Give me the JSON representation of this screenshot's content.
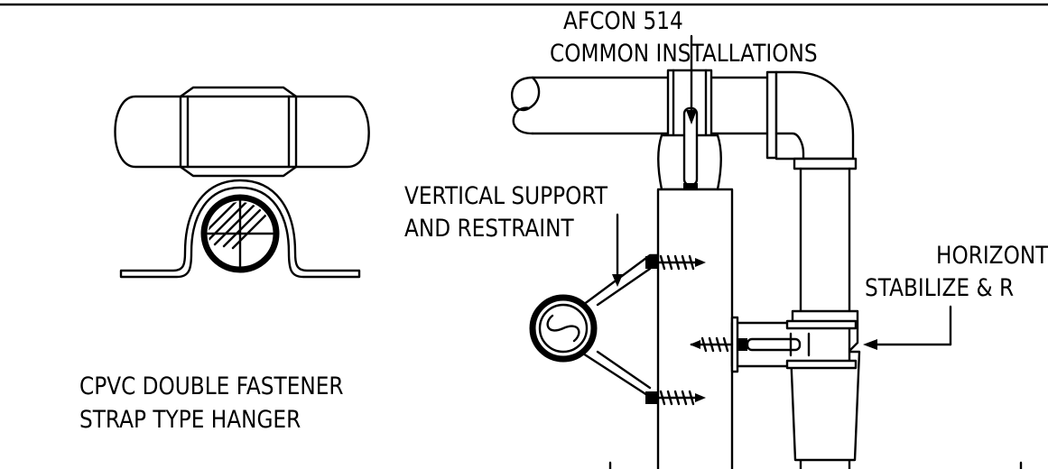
{
  "labels": {
    "product_line1": "AFCON 514",
    "product_line2": "COMMON INSTALLATIONS",
    "vertical_line1": "VERTICAL SUPPORT",
    "vertical_line2": "AND RESTRAINT",
    "horizontal_line1": "HORIZONT",
    "horizontal_line2": "STABILIZE & R",
    "hanger_line1": "CPVC DOUBLE FASTENER",
    "hanger_line2": "STRAP TYPE HANGER"
  },
  "colors": {
    "line": "#000000",
    "background": "#ffffff"
  }
}
